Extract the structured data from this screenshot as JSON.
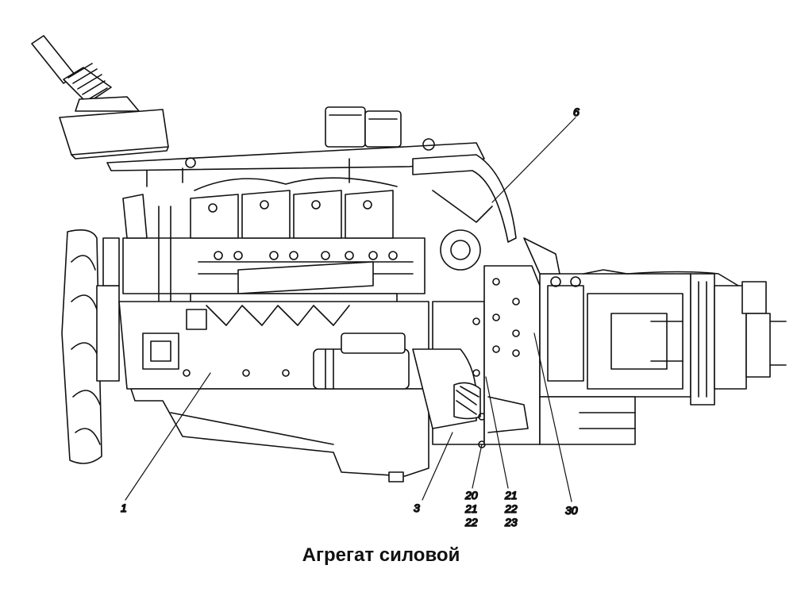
{
  "caption": "Агрегат силовой",
  "callouts": {
    "c1": "1",
    "c3": "3",
    "c6": "6",
    "c30": "30",
    "g20": [
      "20",
      "21",
      "22"
    ],
    "g21": [
      "21",
      "22",
      "23"
    ]
  },
  "colors": {
    "line": "#111111",
    "paper": "#ffffff"
  }
}
